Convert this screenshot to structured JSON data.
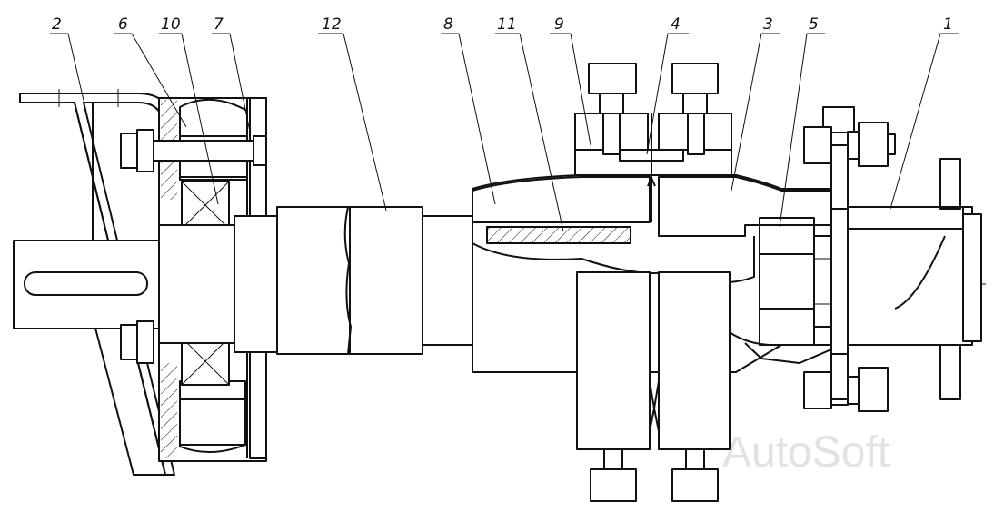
{
  "drawing": {
    "callouts": [
      "2",
      "6",
      "10",
      "7",
      "12",
      "8",
      "11",
      "9",
      "4",
      "3",
      "5",
      "1"
    ],
    "watermark": "AutoSoft"
  },
  "colors": {
    "line": "#111111",
    "background": "#ffffff",
    "watermark": "#e2e2e2"
  }
}
